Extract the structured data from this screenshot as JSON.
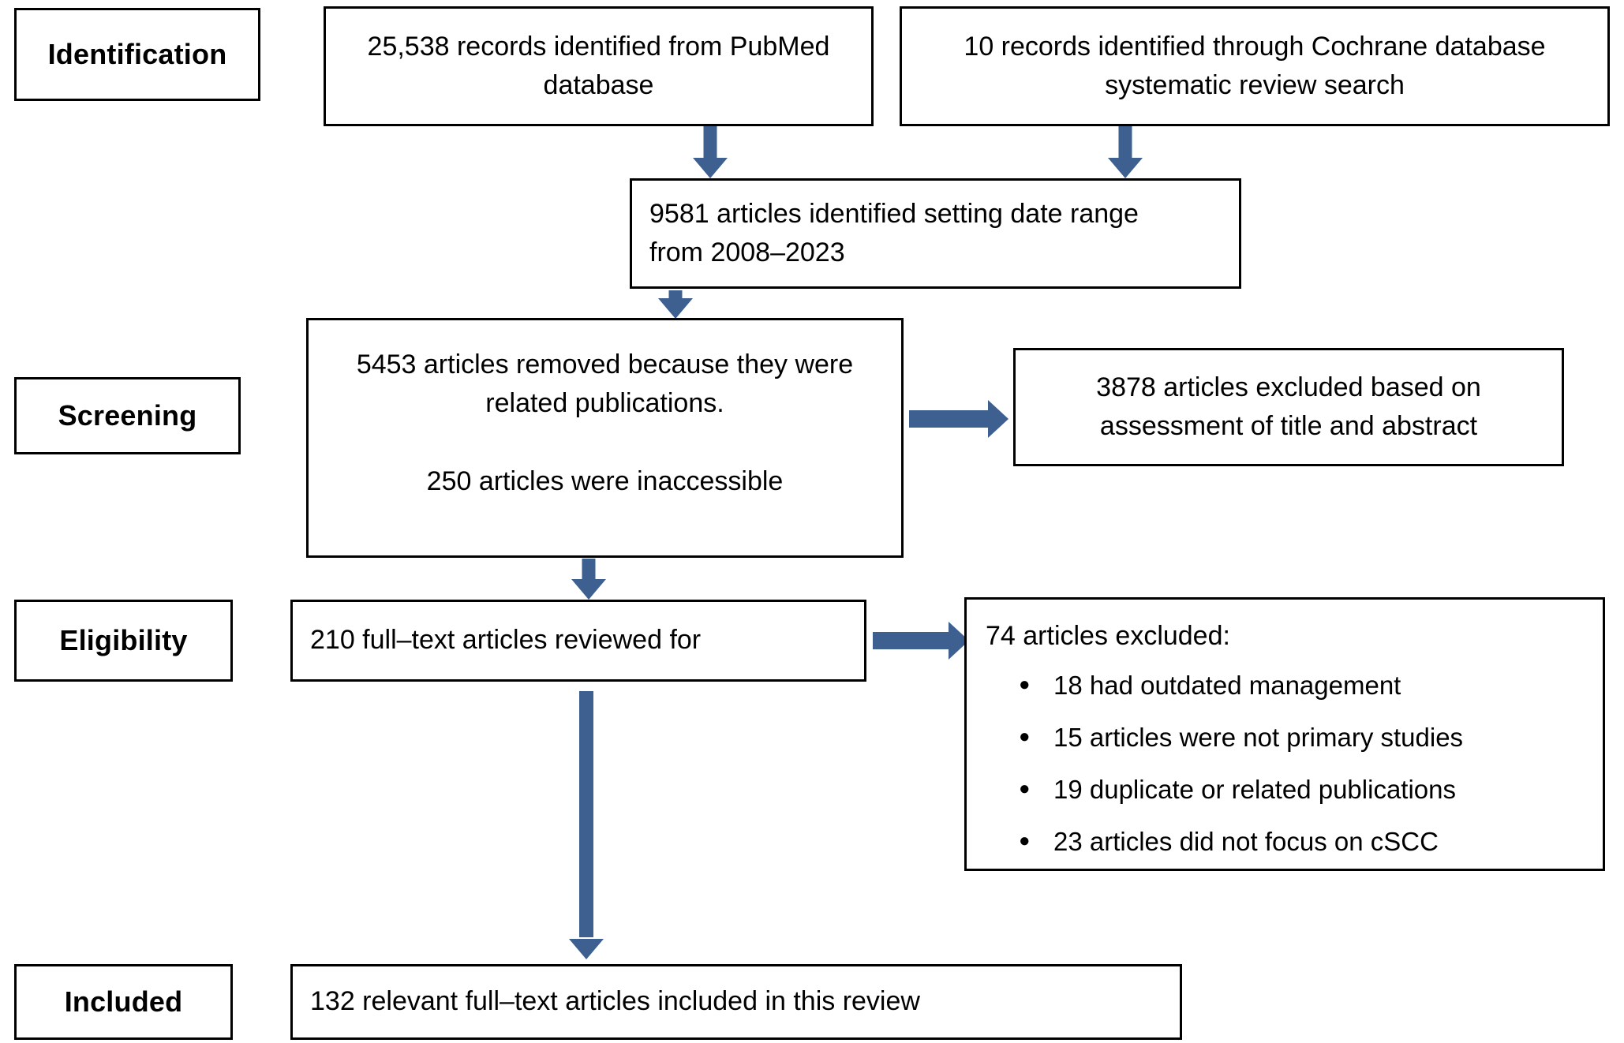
{
  "diagram": {
    "type": "prisma-flow-diagram",
    "accent_color": "#3d6090",
    "border_color": "#000000",
    "background_color": "#ffffff"
  },
  "stages": {
    "identification": "Identification",
    "screening": "Screening",
    "eligibility": "Eligibility",
    "included": "Included"
  },
  "nodes": {
    "pubmed": {
      "line1": "25,538  records identified from PubMed",
      "line2": "database"
    },
    "cochrane": {
      "line1": "10 records identified through Cochrane database",
      "line2": "systematic  review search"
    },
    "date_range": {
      "line1": "9581 articles identified setting date range",
      "line2": "from 2008–2023"
    },
    "removed": {
      "para1_line1": "5453 articles removed because they were",
      "para1_line2": "related publications.",
      "para2": "250 articles were inaccessible"
    },
    "excluded_title_abstract": {
      "line1": "3878 articles excluded based on",
      "line2": "assessment of title and abstract"
    },
    "fulltext_reviewed": {
      "text": "210 full–text articles reviewed for"
    },
    "excluded_detail": {
      "title": "74 articles excluded:",
      "bullet_glyph": "●",
      "items": [
        "18 had outdated  management",
        "15 articles were not primary studies",
        "19 duplicate or related publications",
        "23 articles did not focus on cSCC"
      ]
    },
    "included_final": {
      "text": "132 relevant full–text articles included in this review"
    }
  }
}
